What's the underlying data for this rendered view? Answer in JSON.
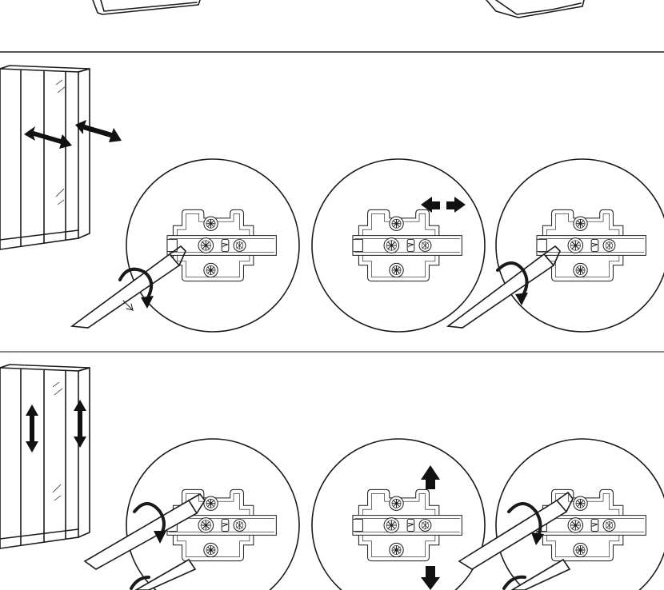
{
  "document": {
    "type": "assembly-instructions",
    "colors": {
      "ink": "#1a1a1a",
      "paper": "#ffffff"
    },
    "panels": [
      {
        "id": "top-strip",
        "contents": [
          "cabinet-base-left",
          "cabinet-base-right"
        ]
      },
      {
        "id": "step-horizontal-adjust",
        "arrow_direction": "left-right",
        "icons": [
          "wardrobe-icon",
          "double-arrow-icon",
          "hinge-icon",
          "screwdriver-icon",
          "rotation-arrow-icon"
        ]
      },
      {
        "id": "step-vertical-adjust",
        "arrow_direction": "up-down",
        "icons": [
          "wardrobe-icon",
          "double-arrow-icon",
          "hinge-icon",
          "screwdriver-icon",
          "rotation-arrow-icon"
        ]
      }
    ]
  }
}
